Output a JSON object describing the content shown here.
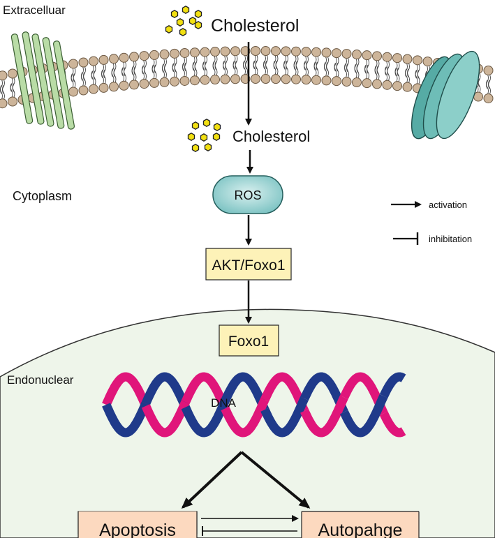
{
  "regions": {
    "extracellular": "Extracelluar",
    "cytoplasm": "Cytoplasm",
    "endonuclear": "Endonuclear"
  },
  "molecules": {
    "cholesterol_outside": "Cholesterol",
    "cholesterol_inside": "Cholesterol",
    "ros": "ROS",
    "akt_foxo1": "AKT/Foxo1",
    "foxo1": "Foxo1",
    "dna": "DNA"
  },
  "outcomes": {
    "apoptosis": "Apoptosis",
    "autophagy": "Autopahge"
  },
  "legend": {
    "activation": "activation",
    "inhibition": "inhibitation"
  },
  "colors": {
    "nucleus_fill": "#eef5ea",
    "box_yellow": "#fdf2b8",
    "box_peach": "#fcd9bf",
    "ros_fill": "#9fd3d3",
    "lipid_head": "#cdb59a",
    "dna_blue": "#1f3a8a",
    "dna_pink": "#e0157a",
    "cholesterol": "#f2e011",
    "receptor_green": "#b9dca6",
    "channel_teal": "#5fb3ad"
  },
  "icons": [
    "cholesterol-molecules-icon",
    "transmembrane-receptor-icon",
    "ion-channel-icon",
    "dna-helix-icon"
  ]
}
